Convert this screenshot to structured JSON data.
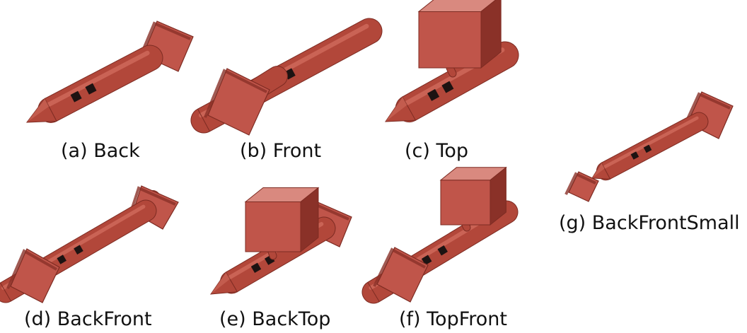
{
  "colors": {
    "body": "#b2473a",
    "body_light": "#cf6a5c",
    "body_dark": "#7d2b22",
    "cube_front": "#c0554a",
    "cube_top": "#d9897f",
    "cube_side": "#8a3128",
    "window": "#1d1312",
    "caption": "#111111"
  },
  "panels": [
    {
      "id": "a",
      "caption": "(a) Back",
      "attachments": [
        "back"
      ]
    },
    {
      "id": "b",
      "caption": "(b) Front",
      "attachments": [
        "front"
      ]
    },
    {
      "id": "c",
      "caption": "(c) Top",
      "attachments": [
        "top"
      ]
    },
    {
      "id": "d",
      "caption": "(d) BackFront",
      "attachments": [
        "back",
        "front"
      ]
    },
    {
      "id": "e",
      "caption": "(e) BackTop",
      "attachments": [
        "back",
        "top"
      ]
    },
    {
      "id": "f",
      "caption": "(f) TopFront",
      "attachments": [
        "top",
        "front"
      ]
    },
    {
      "id": "g",
      "caption": "(g) BackFrontSmall",
      "attachments": [
        "back",
        "front-small"
      ]
    }
  ]
}
